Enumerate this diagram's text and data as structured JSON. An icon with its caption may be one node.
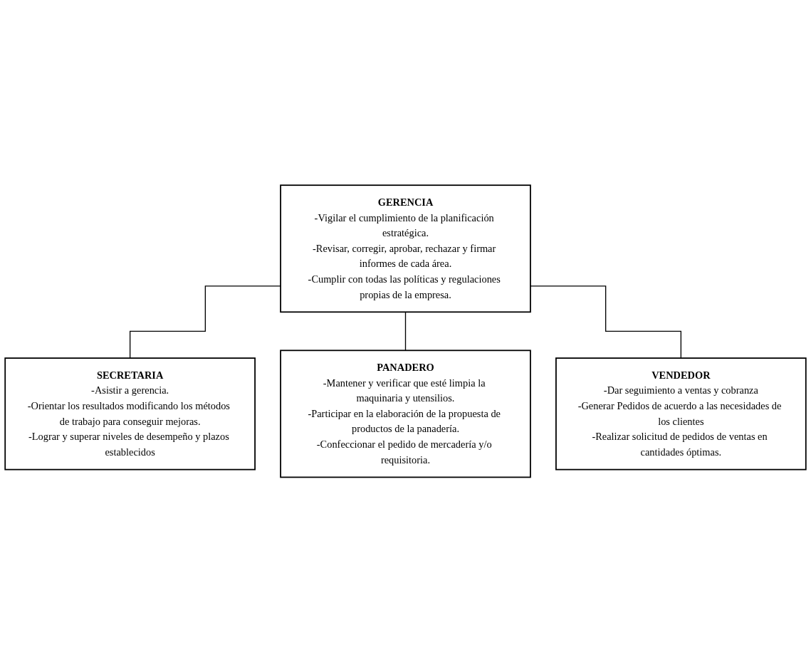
{
  "diagram": {
    "nodes": [
      {
        "text": [
          "GERENCIA",
          "-Vigilar el cumplimiento de la planificación estratégica.",
          "-Revisar, corregir, aprobar, rechazar y firmar informes de cada área.",
          "-Cumplir con todas las políticas y regulaciones propias de la empresa."
        ]
      },
      {
        "text": [
          "SECRETARIA",
          "-Asistir a gerencia.",
          "-Orientar los resultados modificando los métodos de trabajo para conseguir mejoras.",
          "-Lograr y superar niveles de desempeño y plazos establecidos"
        ]
      },
      {
        "text": [
          "PANADERO",
          "-Mantener y verificar que esté limpia la maquinaria y utensilios.",
          "-Participar en la elaboración de la propuesta de productos de la panadería.",
          "-Confeccionar el pedido de mercadería y/o requisitoria."
        ]
      },
      {
        "text": [
          "VENDEDOR",
          "-Dar seguimiento a ventas y cobranza",
          "-Generar Pedidos de acuerdo a las necesidades de los clientes",
          "-Realizar solicitud de pedidos de ventas en cantidades óptimas."
        ]
      }
    ],
    "edges": [
      {
        "from": 0,
        "to": 1,
        "arrow": "none"
      },
      {
        "from": 0,
        "to": 2,
        "arrow": "none"
      },
      {
        "from": 0,
        "to": 3,
        "arrow": "none"
      }
    ]
  }
}
